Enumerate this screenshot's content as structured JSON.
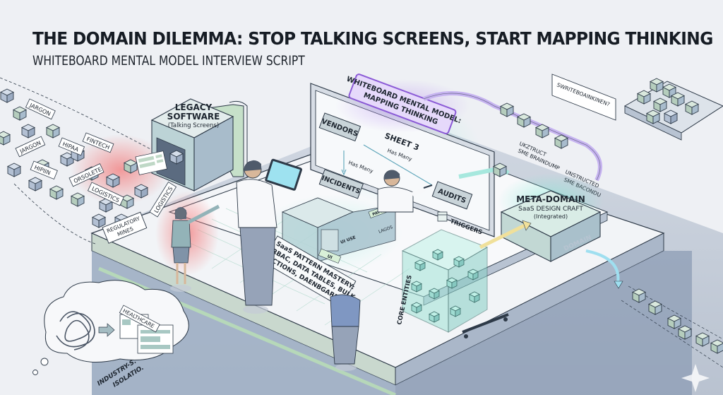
{
  "header": {
    "title": "THE DOMAIN DILEMMA: STOP TALKING SCREENS, START MAPPING THINKING",
    "subtitle": "WHITEBOARD MENTAL MODEL INTERVIEW SCRIPT"
  },
  "left_zone": {
    "jargon_tags": [
      "JARGON",
      "JARGON",
      "HIPAA",
      "FINTECH",
      "HIPIIN",
      "ORSOLETE",
      "LOGISTICS",
      "LOGISTICS"
    ],
    "regulatory_sign": [
      "REGULATORY",
      "MINES"
    ],
    "legacy_box": {
      "title_line1": "LEGACY",
      "title_line2": "SOFTWARE",
      "caption": "(Talking Screens)"
    },
    "thought_bubble": {
      "tag": "HEALTHCARE",
      "floor_text_line1": "INDUSTRY-S.",
      "floor_text_line2": "ISOLATIO."
    }
  },
  "whiteboard": {
    "banner_line1": "WHITEBOARD MENTAL MODEL:",
    "banner_line2": "MAPPING THINKING",
    "sheet_label": "SHEET 3",
    "entities": [
      "VENDORS",
      "INCIDENTS",
      "AUDITS"
    ],
    "relations": [
      "Has Many",
      "Has Many"
    ],
    "triggers_label": "TRIGGERS"
  },
  "pattern_block": {
    "panel_labels": [
      "PATTEMS",
      "UI USE",
      "LAGOS",
      "UI"
    ],
    "sign_lines": [
      "SaaS PATTERN MASTERY:",
      "RBAC, DATA TABLES, BULK",
      "ACTIONS, DAENBGARDS"
    ]
  },
  "core_entities_label": "CORE ENTITIES",
  "right_zone": {
    "top_sign": "SWRITEBOAINKINEN?",
    "pipe_label_1": [
      "UKZTRUCT",
      "SME BRAINDUMP"
    ],
    "pipe_label_2": [
      "UNSTRUCTED",
      "SME BACONDU"
    ],
    "meta_domain": {
      "title": "META-DOMAIN",
      "subtitle": "SaaS DESIGN CRAFT",
      "caption": "(Integrated)",
      "side_label": "DOMAIN"
    }
  },
  "colors": {
    "background": "#eef0f4",
    "outline": "#2e3a48",
    "cube_green": "#c7dccf",
    "cube_blue": "#b8c6d8",
    "accent_purple": "#a97be6",
    "accent_teal": "#8fe3d4",
    "warning_red": "#f27b7b",
    "floor_light": "#f4f6f8",
    "floor_side": "#9aa8bc"
  }
}
